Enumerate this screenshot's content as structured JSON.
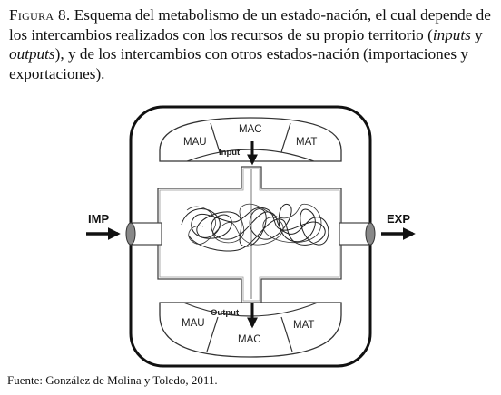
{
  "caption": {
    "figure_label": "Figura 8.",
    "text_before_inputs": " Esquema del metabolismo de un estado-nación, el cual depende de los intercambios realizados con los recursos de su propio territorio (",
    "inputs_word": "inputs",
    "text_between": " y ",
    "outputs_word": "outputs",
    "text_after_outputs": "), y de los intercambios con otros estados-nación (importaciones y exportaciones)."
  },
  "diagram": {
    "top_sectors": [
      "MAU",
      "MAC",
      "MAT"
    ],
    "bottom_sectors": [
      "MAU",
      "MAC",
      "MAT"
    ],
    "input_label": "Input",
    "output_label": "Output",
    "import_label": "IMP",
    "export_label": "EXP"
  },
  "source": "Fuente: González de Molina y Toledo, 2011."
}
